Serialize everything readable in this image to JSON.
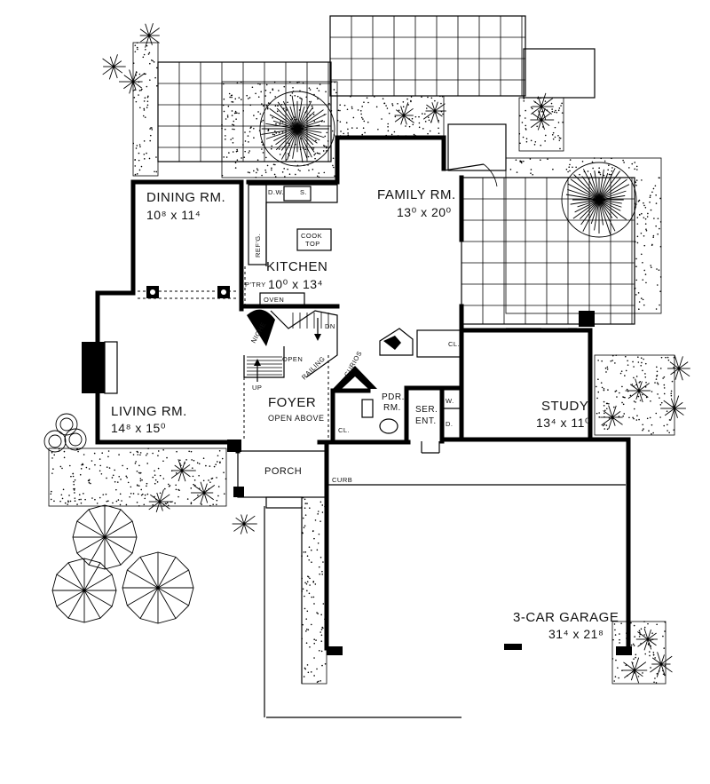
{
  "rooms": {
    "dining": {
      "name": "DINING RM.",
      "dim": "10⁸ x 11⁴"
    },
    "family": {
      "name": "FAMILY RM.",
      "dim": "13⁰ x 20⁰"
    },
    "kitchen": {
      "name": "KITCHEN",
      "dim": "10⁰ x 13⁴"
    },
    "living": {
      "name": "LIVING RM.",
      "dim": "14⁸ x 15⁰"
    },
    "foyer": {
      "name": "FOYER",
      "sub": "OPEN ABOVE"
    },
    "study": {
      "name": "STUDY",
      "dim": "13⁴ x 11⁰"
    },
    "garage": {
      "name": "3-CAR GARAGE",
      "dim": "31⁴ x 21⁸"
    },
    "porch": {
      "name": "PORCH"
    },
    "pdr": {
      "line1": "PDR.",
      "line2": "RM."
    },
    "ser": {
      "line1": "SER.",
      "line2": "ENT."
    }
  },
  "small_labels": {
    "dw": "D.W.",
    "s": "S.",
    "ref": "REF'G.",
    "cook1": "COOK",
    "cook2": "TOP",
    "ptry": "P'TRY",
    "oven": "OVEN",
    "niche": "NICHE",
    "open": "OPEN",
    "railing": "RAILING",
    "curios": "CURIOS",
    "dn": "DN",
    "up": "UP",
    "cl_family": "CL.",
    "cl_foyer": "CL.",
    "w": "W.",
    "d": "D.",
    "curb": "CURB"
  }
}
